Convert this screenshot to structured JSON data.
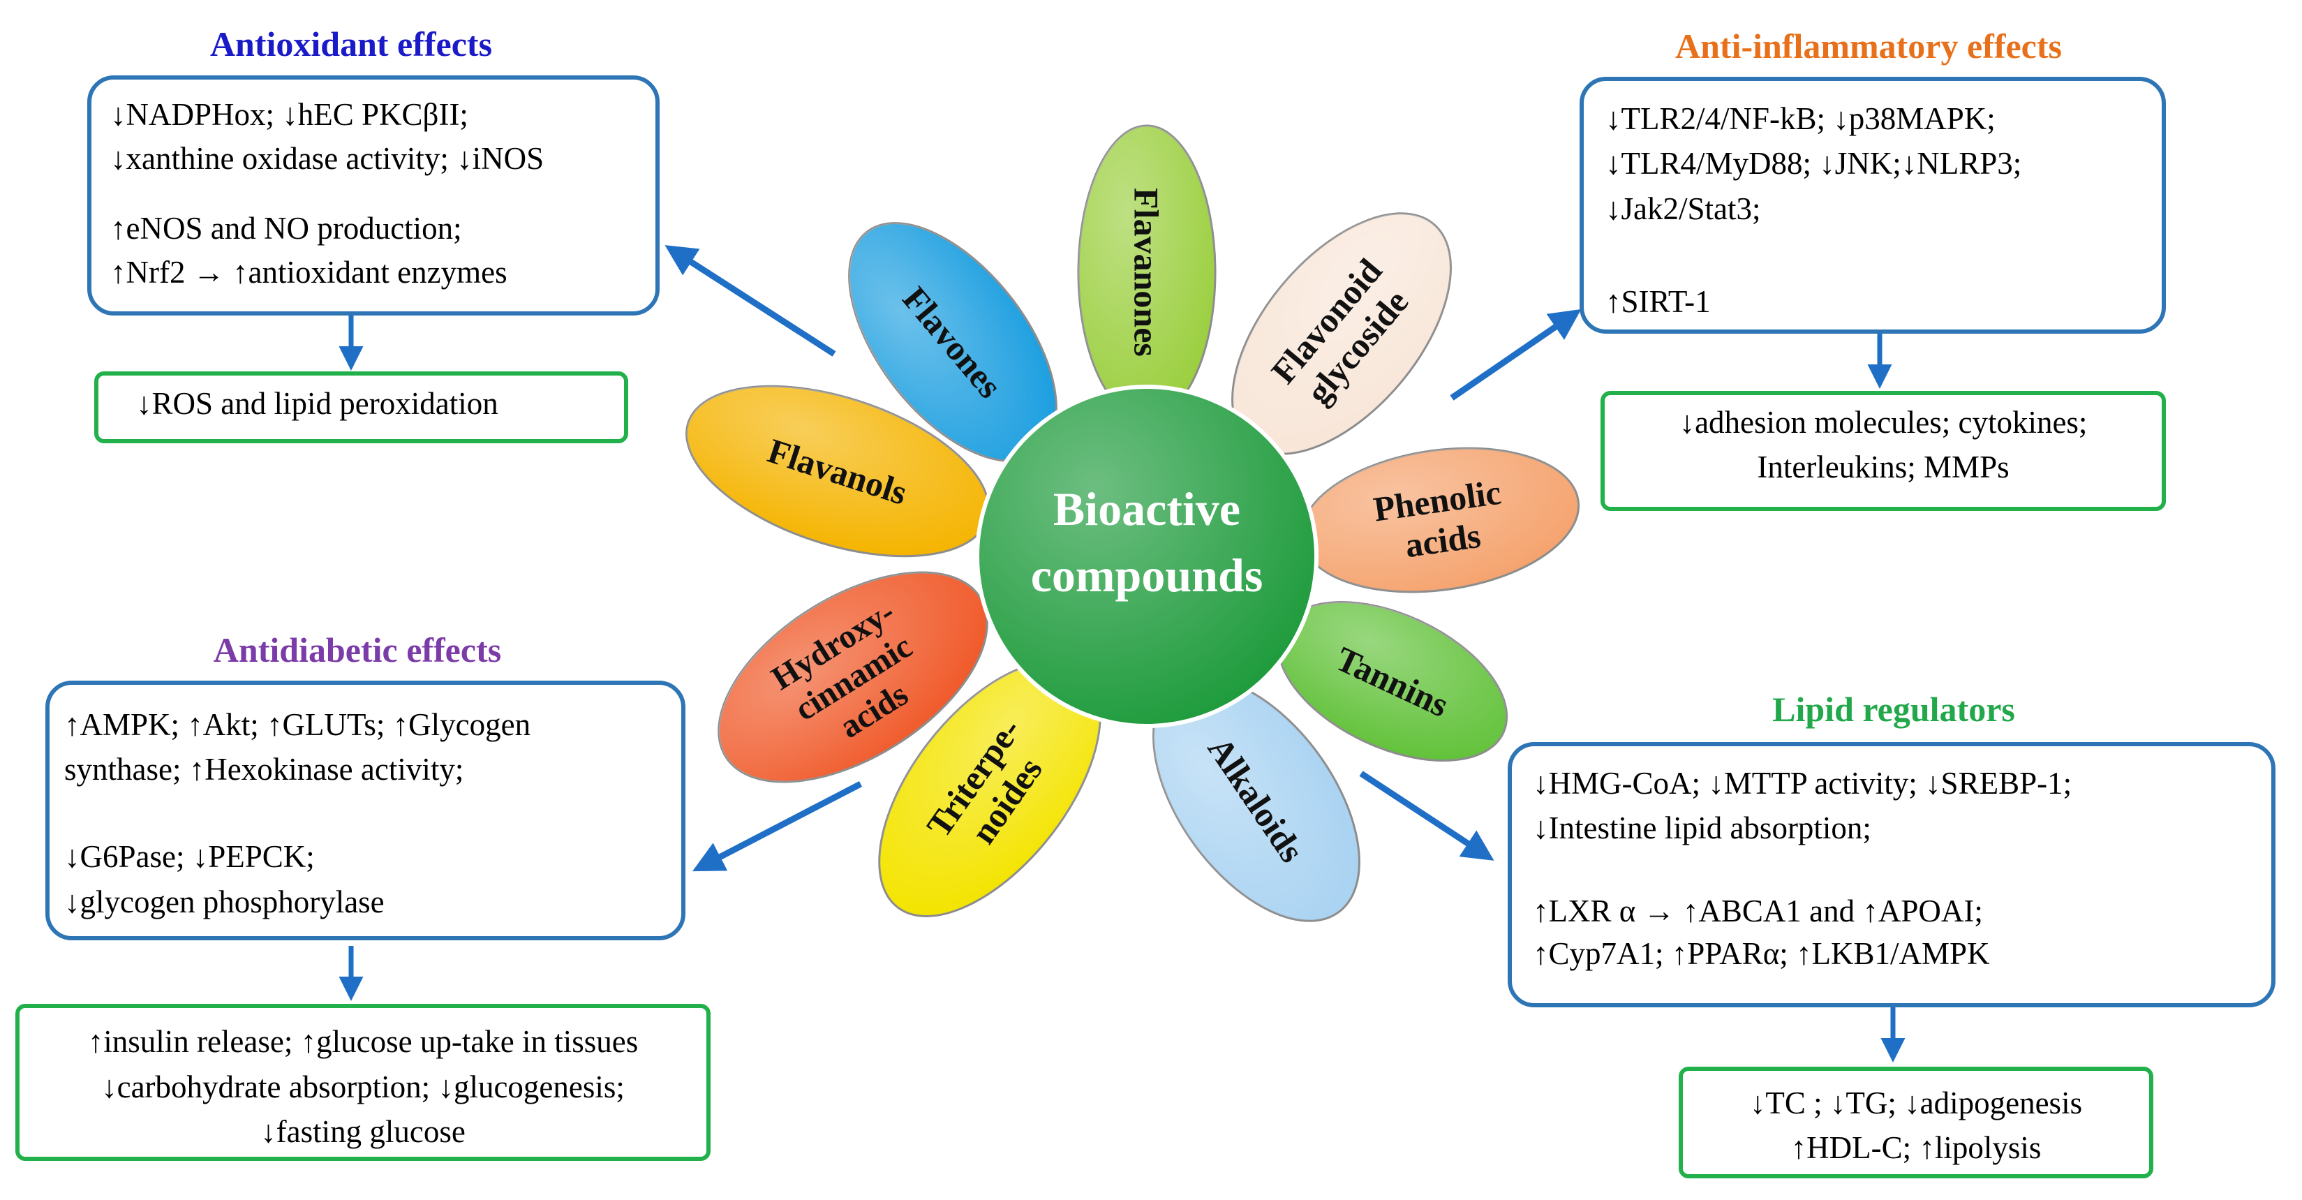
{
  "center": {
    "line1": "Bioactive",
    "line2": "compounds",
    "color": "#1e9b3c"
  },
  "petals": [
    {
      "id": "flavanones",
      "lines": [
        "Flavanones"
      ],
      "color": "#9bcf3f"
    },
    {
      "id": "flavones",
      "lines": [
        "Flavones"
      ],
      "color": "#1d9fe0"
    },
    {
      "id": "flavonoid-glycoside",
      "lines": [
        "Flavonoid",
        "glycoside"
      ],
      "color": "#f8e6d8"
    },
    {
      "id": "flavanols",
      "lines": [
        "Flavanols"
      ],
      "color": "#f5b400"
    },
    {
      "id": "phenolic-acids",
      "lines": [
        "Phenolic",
        "acids"
      ],
      "color": "#f5a36e"
    },
    {
      "id": "hydroxycinnamic-acids",
      "lines": [
        "Hydroxy-",
        "cinnamic",
        "acids"
      ],
      "color": "#f05a2a"
    },
    {
      "id": "tannins",
      "lines": [
        "Tannins"
      ],
      "color": "#62c23a"
    },
    {
      "id": "triterpenoides",
      "lines": [
        "Triterpe-",
        "noides"
      ],
      "color": "#f4e400"
    },
    {
      "id": "alkaloids",
      "lines": [
        "Alkaloids"
      ],
      "color": "#a9d3f2"
    }
  ],
  "antioxidant": {
    "title": "Antioxidant effects",
    "title_color": "#1a1ac8",
    "box_lines": [
      "↓NADPHox; ↓hEC PKCβII;",
      "↓xanthine  oxidase activity; ↓iNOS",
      "↑eNOS  and NO production;",
      "↑Nrf2 → ↑antioxidant  enzymes"
    ],
    "result_lines": [
      "↓ROS and lipid peroxidation"
    ]
  },
  "antiinflammatory": {
    "title": "Anti-inflammatory  effects",
    "title_color": "#e8701a",
    "box_lines": [
      "↓TLR2/4/NF-kB;  ↓p38MAPK;",
      "↓TLR4/MyD88;  ↓JNK;↓NLRP3;",
      "↓Jak2/Stat3;",
      "↑SIRT-1"
    ],
    "result_lines": [
      "↓adhesion   molecules; cytokines;",
      "Interleukins;  MMPs"
    ]
  },
  "antidiabetic": {
    "title": "Antidiabetic effects",
    "title_color": "#7b3ba8",
    "box_lines": [
      "↑AMPK;  ↑Akt;  ↑GLUTs;  ↑Glycogen",
      "synthase; ↑Hexokinase  activity;",
      "↓G6Pase;  ↓PEPCK;",
      "↓glycogen  phosphorylase"
    ],
    "result_lines": [
      "↑insulin release; ↑glucose up-take in tissues",
      "↓carbohydrate  absorption; ↓glucogenesis;",
      "↓fasting  glucose"
    ]
  },
  "lipid": {
    "title": "Lipid regulators",
    "title_color": "#22a84a",
    "box_lines": [
      "↓HMG-CoA;  ↓MTTP activity;  ↓SREBP-1;",
      "↓Intestine  lipid absorption;",
      "↑LXR  α → ↑ABCA1 and ↑APOAI;",
      "↑Cyp7A1;  ↑PPARα;  ↑LKB1/AMPK"
    ],
    "result_lines": [
      "↓TC ;  ↓TG;  ↓adipogenesis",
      "↑HDL-C;  ↑lipolysis"
    ]
  }
}
